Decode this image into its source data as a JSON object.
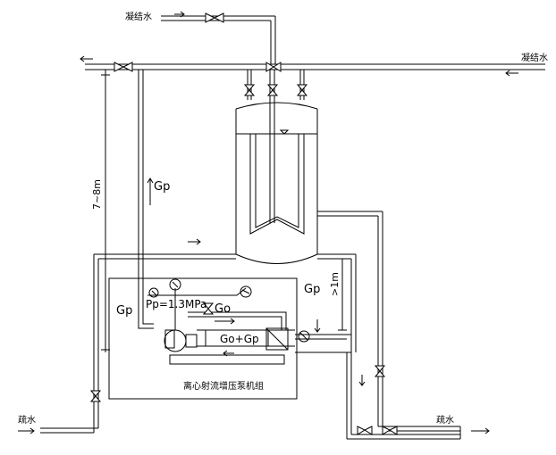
{
  "labels": {
    "condensate_in_top": "凝结水",
    "condensate_in_right": "凝结水",
    "drain_left": "疏水",
    "drain_right": "疏水",
    "height_7_8m": "7~8m",
    "height_gt_1m": ">1m",
    "gp_left": "Gp",
    "gp_vertical": "Gp",
    "gp_right": "Gp",
    "pp_pressure": "Pp=1.3MPa",
    "go_label": "Go",
    "go_gp_label": "Go+Gp",
    "unit_caption": "离心射流增压泵机组"
  }
}
